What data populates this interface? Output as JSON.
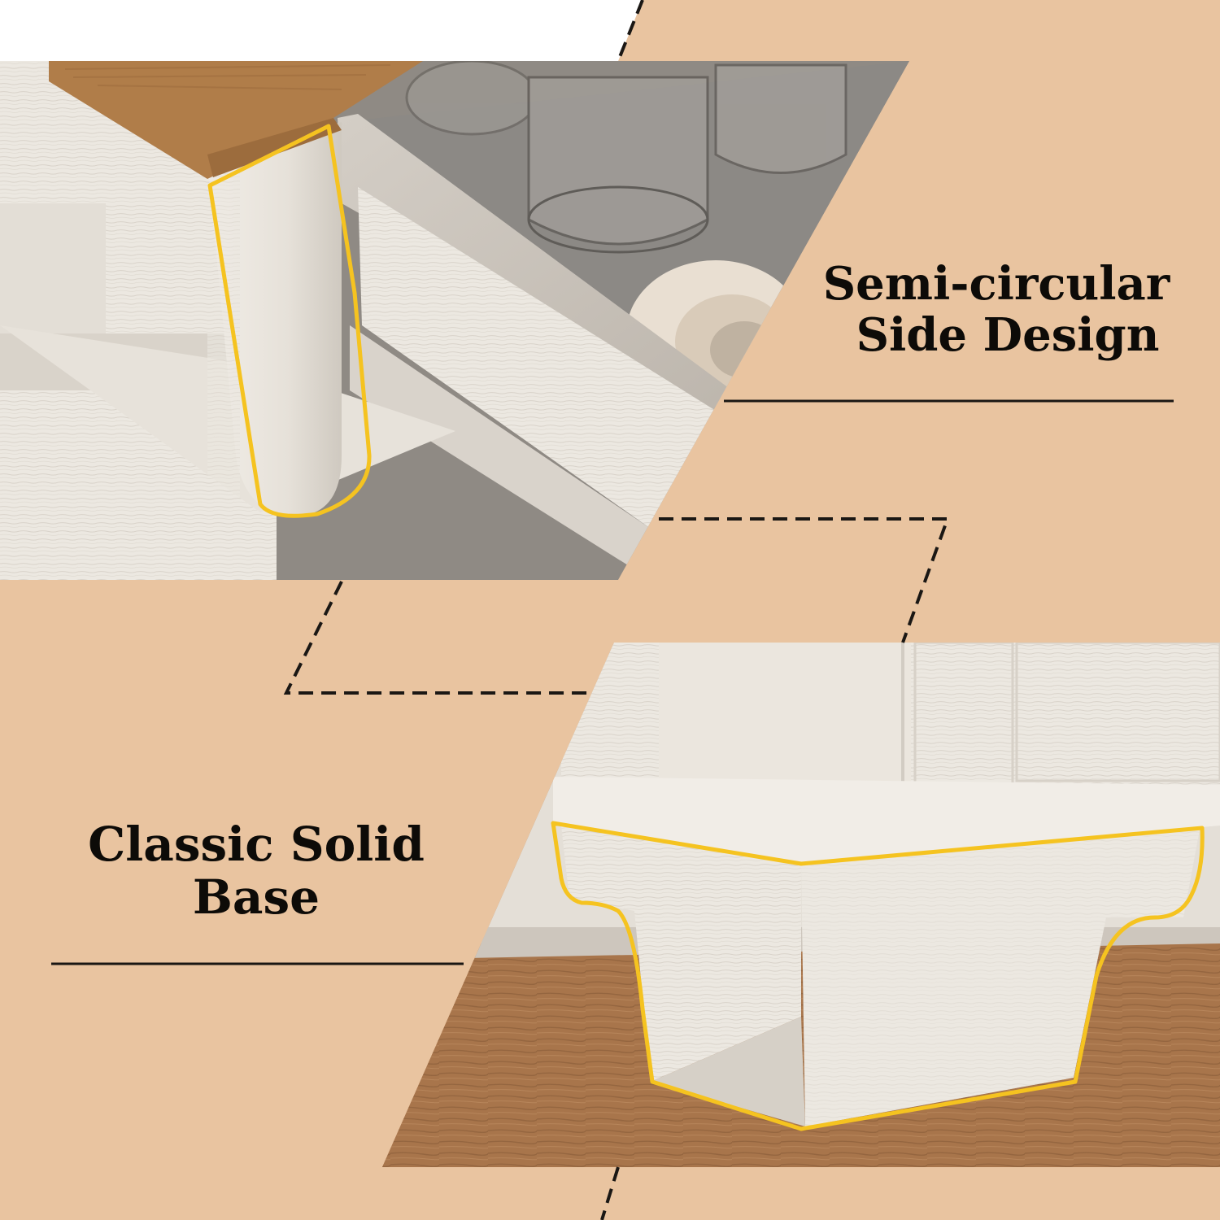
{
  "captions": {
    "side": {
      "line1": "Semi-circular",
      "line2": "Side Design"
    },
    "base": {
      "line1": "Classic Solid",
      "line2": "Base"
    }
  },
  "colors": {
    "background": "#e9c4a0",
    "highlight": "#f5c320",
    "cabinet": "#ede9e2",
    "wood_top": "#b07d49",
    "floor": "#a7744a",
    "rule": "#1a1714"
  }
}
